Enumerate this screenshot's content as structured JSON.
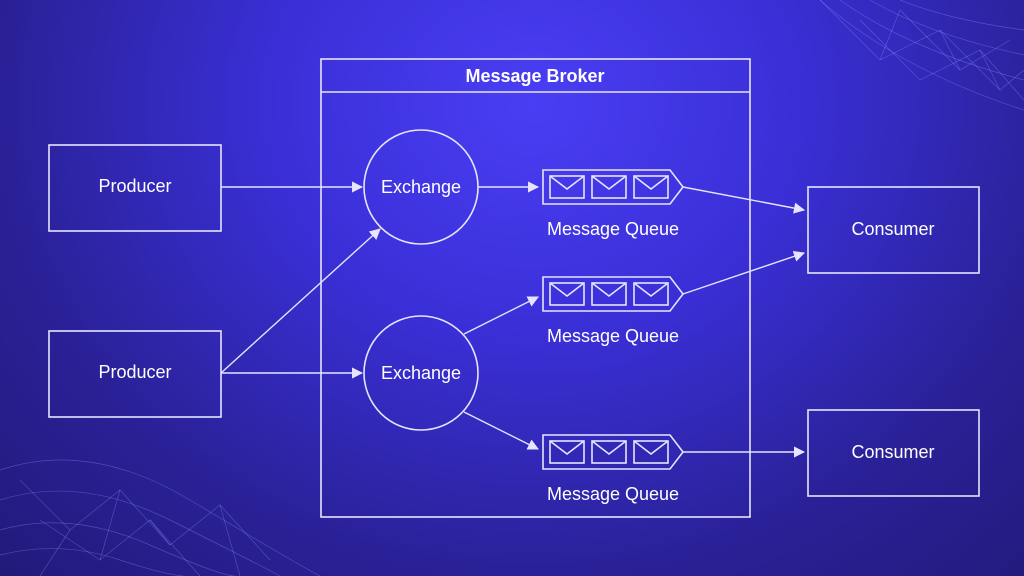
{
  "broker": {
    "title": "Message Broker"
  },
  "producers": [
    {
      "label": "Producer"
    },
    {
      "label": "Producer"
    }
  ],
  "exchanges": [
    {
      "label": "Exchange"
    },
    {
      "label": "Exchange"
    }
  ],
  "queues": [
    {
      "label": "Message Queue"
    },
    {
      "label": "Message Queue"
    },
    {
      "label": "Message Queue"
    }
  ],
  "consumers": [
    {
      "label": "Consumer"
    },
    {
      "label": "Consumer"
    }
  ],
  "colors": {
    "background": "#3a2fd6",
    "line": "#e6e4ff",
    "text": "#ffffff"
  },
  "icons": {
    "message": "envelope-icon"
  }
}
